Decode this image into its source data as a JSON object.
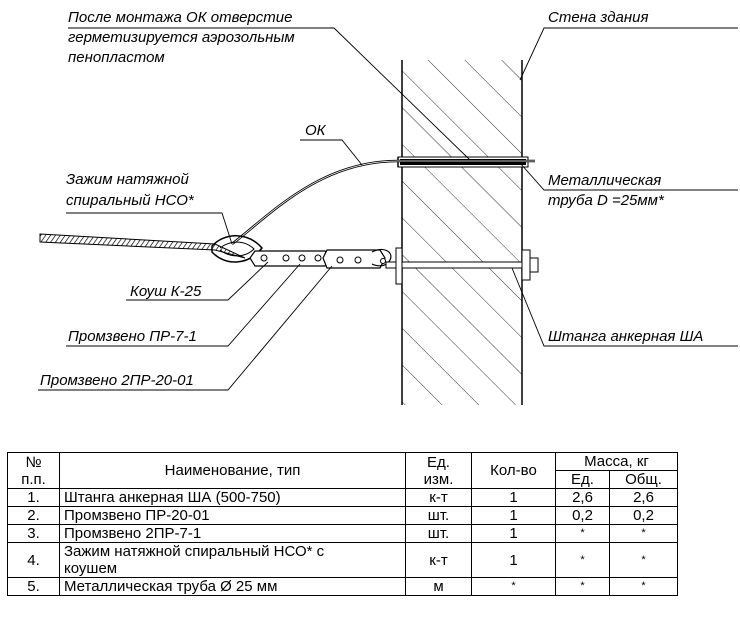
{
  "labels": {
    "sealing_note_line1": "После монтажа ОК отверстие",
    "sealing_note_line2": "герметизируется аэрозольным",
    "sealing_note_line3": "пенопластом",
    "wall": "Стена здания",
    "ok": "ОК",
    "clamp_line1": "Зажим натяжной",
    "clamp_line2": "спиральный НСО*",
    "pipe_line1": "Металлическая",
    "pipe_line2": "труба D =25мм*",
    "thimble": "Коуш К-25",
    "link1": "Промзвено ПР-7-1",
    "anchor_rod": "Штанга анкерная ША",
    "link2": "Промзвено 2ПР-20-01"
  },
  "table": {
    "headers": {
      "num_line1": "№",
      "num_line2": "п.п.",
      "name": "Наименование, тип",
      "unit_line1": "Ед.",
      "unit_line2": "изм.",
      "qty": "Кол-во",
      "mass": "Масса, кг",
      "mass_unit": "Ед.",
      "mass_total": "Общ."
    },
    "rows": [
      {
        "num": "1.",
        "name": "Штанга анкерная ША (500-750)",
        "unit": "к-т",
        "qty": "1",
        "mass_unit": "2,6",
        "mass_total": "2,6"
      },
      {
        "num": "2.",
        "name": "Промзвено ПР-20-01",
        "unit": "шт.",
        "qty": "1",
        "mass_unit": "0,2",
        "mass_total": "0,2"
      },
      {
        "num": "3.",
        "name": "Промзвено 2ПР-7-1",
        "unit": "шт.",
        "qty": "1",
        "mass_unit": "*",
        "mass_total": "*"
      },
      {
        "num": "4.",
        "name_line1": "Зажим натяжной спиральный НСО* с",
        "name_line2": "коушем",
        "unit": "к-т",
        "qty": "1",
        "mass_unit": "*",
        "mass_total": "*"
      },
      {
        "num": "5.",
        "name": "Металлическая труба Ø 25 мм",
        "unit": "м",
        "qty": "*",
        "mass_unit": "*",
        "mass_total": "*"
      }
    ]
  }
}
